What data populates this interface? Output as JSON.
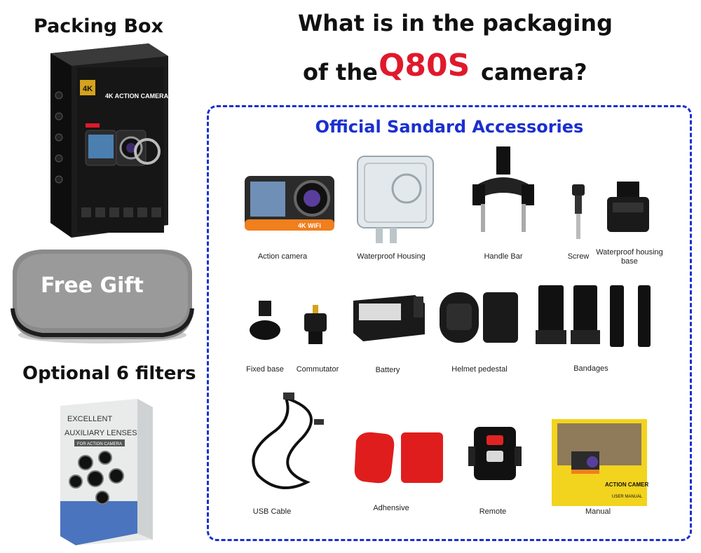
{
  "left_column": {
    "box_title": "Packing Box",
    "box_brand_top": "4K",
    "box_label": "4K ACTION CAMERA",
    "gift_label": "Free Gift",
    "filters_label": "Optional 6 filters",
    "filter_box_lines": [
      "EXCELLENT",
      "AUXILIARY LENSES"
    ],
    "filter_box_small": "FOR ACTION CAMERA"
  },
  "header": {
    "line1": "What is in the packaging",
    "line2_prefix": "of the",
    "model": "Q80S",
    "line2_suffix": "camera?"
  },
  "accessories": {
    "title": "Official Sandard Accessories",
    "items": [
      {
        "label": "Action camera"
      },
      {
        "label": "Waterproof Housing"
      },
      {
        "label": "Handle Bar"
      },
      {
        "label": "Screw"
      },
      {
        "label": "Waterproof housing base"
      },
      {
        "label": "Fixed base"
      },
      {
        "label": "Commutator"
      },
      {
        "label": "Battery"
      },
      {
        "label": "Helmet pedestal"
      },
      {
        "label": "Bandages"
      },
      {
        "label": "USB Cable"
      },
      {
        "label": "Adhensive"
      },
      {
        "label": "Remote"
      },
      {
        "label": "Manual"
      }
    ],
    "camera_badge": "4K WiFi",
    "manual_title": "ACTION CAMERA",
    "manual_sub": "USER MANUAL"
  },
  "colors": {
    "accent_blue": "#1a2fd0",
    "model_red": "#e0192c",
    "camera_orange": "#f07f1e"
  }
}
